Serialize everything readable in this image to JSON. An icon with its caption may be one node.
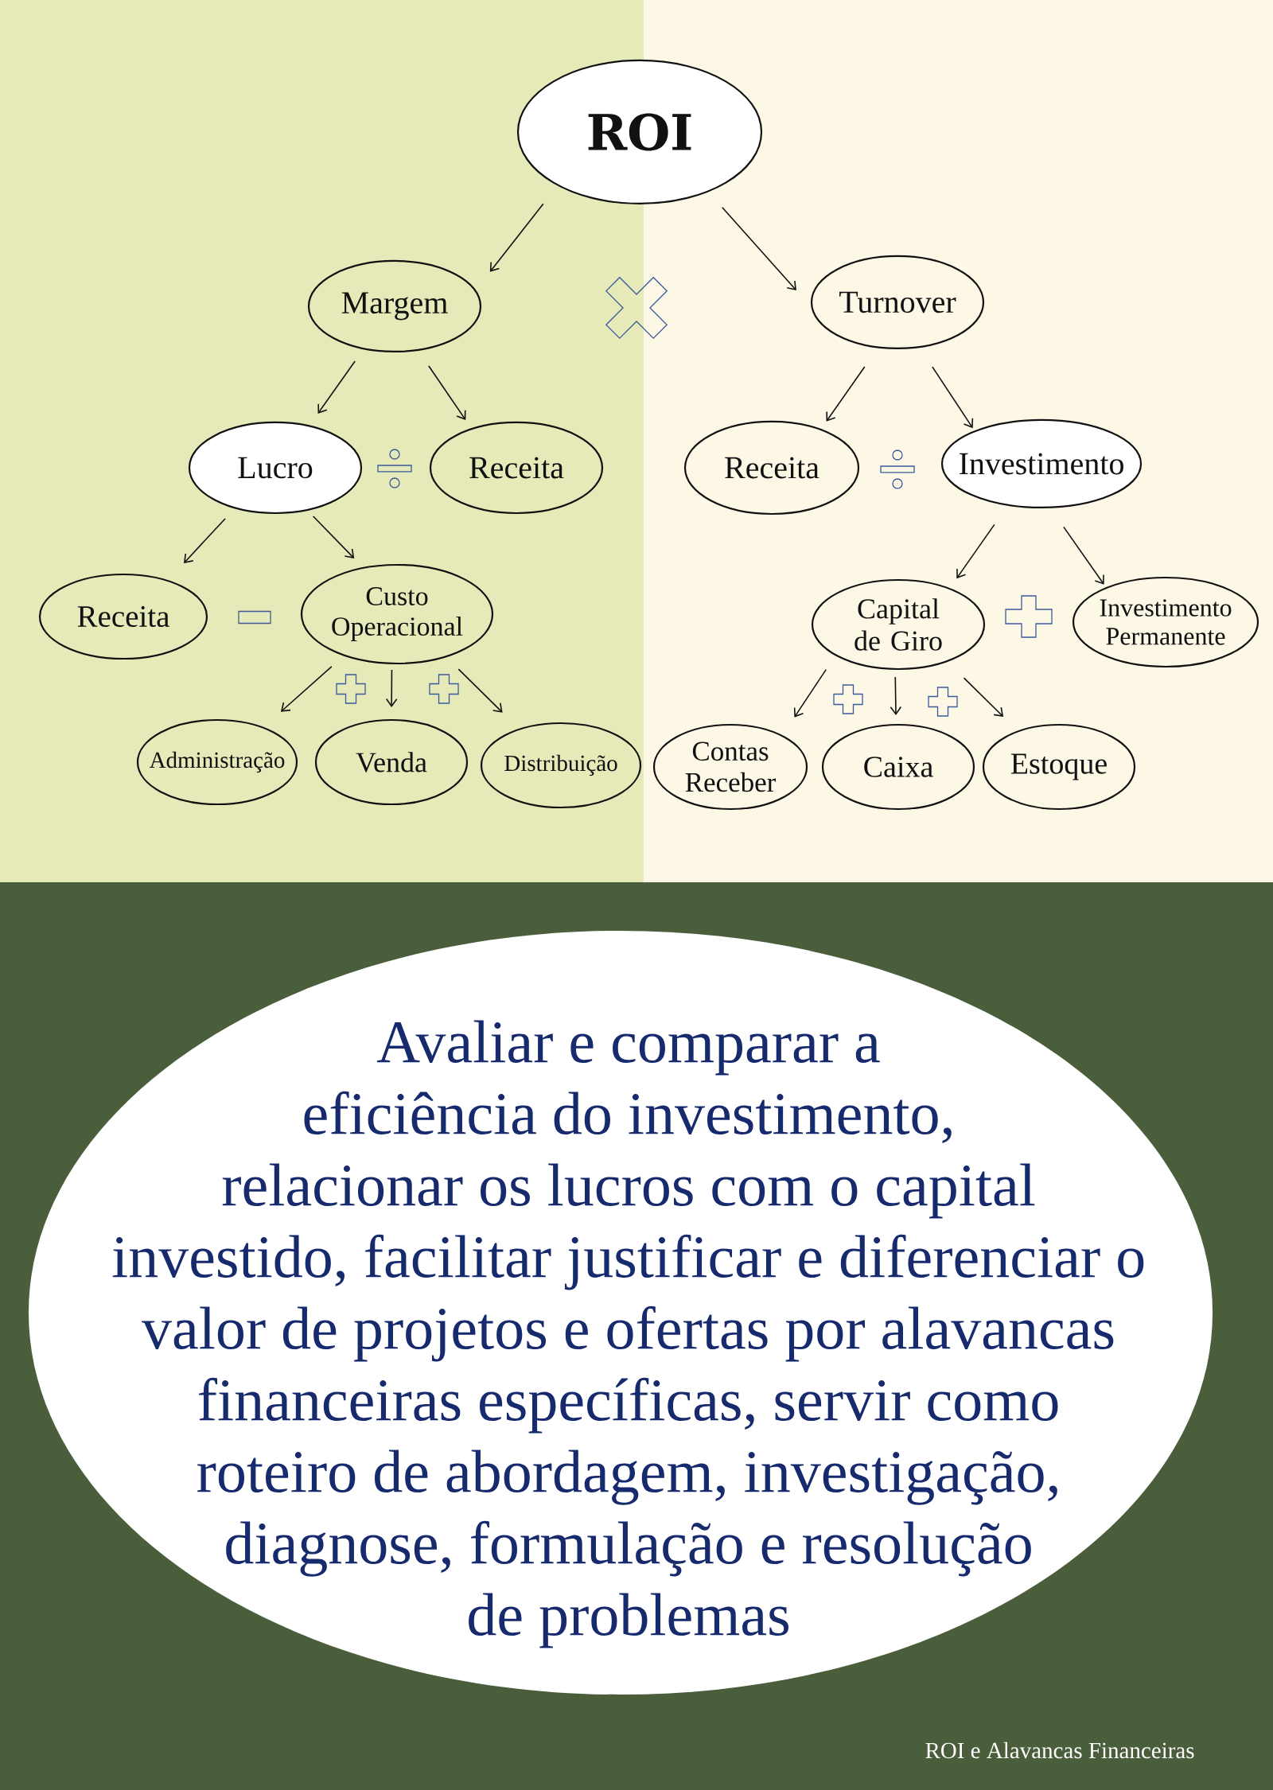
{
  "diagram": {
    "nodes": [
      {
        "text": [
          "ROI"
        ]
      },
      {
        "text": [
          "Margem"
        ]
      },
      {
        "text": [
          "Turnover"
        ]
      },
      {
        "text": [
          "Lucro"
        ]
      },
      {
        "text": [
          "Receita"
        ]
      },
      {
        "text": [
          "Receita"
        ]
      },
      {
        "text": [
          "Investimento"
        ]
      },
      {
        "text": [
          "Receita"
        ]
      },
      {
        "text": [
          "Custo Operacional"
        ]
      },
      {
        "text": [
          "Capital de Giro"
        ]
      },
      {
        "text": [
          "Investimento Permanente"
        ]
      },
      {
        "text": [
          "Administração"
        ]
      },
      {
        "text": [
          "Venda"
        ]
      },
      {
        "text": [
          "Distribuição"
        ]
      },
      {
        "text": [
          "Contas Receber"
        ]
      },
      {
        "text": [
          "Caixa"
        ]
      },
      {
        "text": [
          "Estoque"
        ]
      },
      {
        "text": [
          "Avaliar e comparar a eficiência do investimento, relacionar os lucros com o capital investido, facilitar justificar e diferenciar o valor de projetos e ofertas por alavancas financeiras específicas, servir como roteiro de abordagem, investigação, diagnose, formulação e resolução de problemas"
        ]
      },
      {
        "text": [],
        "shape": "multiply"
      },
      {
        "text": [],
        "shape": "divide"
      },
      {
        "text": [],
        "shape": "divide"
      },
      {
        "text": [],
        "shape": "minus"
      },
      {
        "text": [],
        "shape": "plus"
      },
      {
        "text": [],
        "shape": "plus"
      },
      {
        "text": [],
        "shape": "plus"
      },
      {
        "text": [],
        "shape": "plus"
      },
      {
        "text": [],
        "shape": "plus"
      }
    ],
    "edges": [
      {
        "from": 0,
        "to": 1,
        "arrow": "to"
      },
      {
        "from": 0,
        "to": 2,
        "arrow": "to"
      },
      {
        "from": 1,
        "to": 3,
        "arrow": "to"
      },
      {
        "from": 1,
        "to": 4,
        "arrow": "to"
      },
      {
        "from": 2,
        "to": 5,
        "arrow": "to"
      },
      {
        "from": 2,
        "to": 6,
        "arrow": "to"
      },
      {
        "from": 3,
        "to": 7,
        "arrow": "to"
      },
      {
        "from": 3,
        "to": 8,
        "arrow": "to"
      },
      {
        "from": 6,
        "to": 9,
        "arrow": "to"
      },
      {
        "from": 6,
        "to": 10,
        "arrow": "to"
      },
      {
        "from": 8,
        "to": 11,
        "arrow": "to"
      },
      {
        "from": 8,
        "to": 12,
        "arrow": "to"
      },
      {
        "from": 8,
        "to": 13,
        "arrow": "to"
      },
      {
        "from": 9,
        "to": 14,
        "arrow": "to"
      },
      {
        "from": 9,
        "to": 15,
        "arrow": "to"
      },
      {
        "from": 9,
        "to": 16,
        "arrow": "to"
      }
    ],
    "labels": [
      "ROI e Alavancas Financeiras"
    ]
  }
}
